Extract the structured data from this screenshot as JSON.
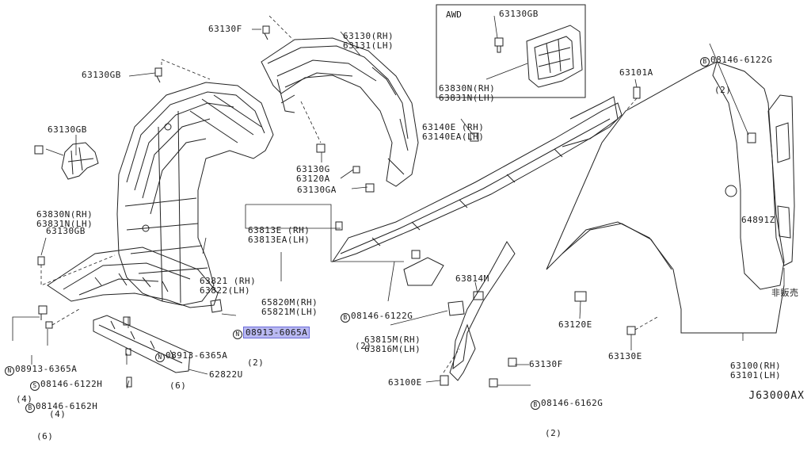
{
  "diagram_code": "J63000AX",
  "awd_box": {
    "title": "AWD"
  },
  "labels": {
    "p63130F_top": "63130F",
    "p63130_rh": "63130(RH)",
    "p63131_lh": "63131(LH)",
    "p63130GB_awd": "63130GB",
    "p63830N_awd": "63830N(RH)",
    "p63831N_awd": "63831N(LH)",
    "p63130GB_left": "63130GB",
    "p63130GB_mid": "63130GB",
    "p63830N_left": "63830N(RH)",
    "p63831N_left": "63831N(LH)",
    "p63130GB_low": "63130GB",
    "p08146_6122G_top_prefix": "B",
    "p08146_6122G_top": "08146-6122G",
    "p08146_6122G_top_qty": "(2)",
    "p63101A": "63101A",
    "p63140E": "63140E (RH)",
    "p63140EA": "63140EA(LH)",
    "p63130G": "63130G",
    "p63120A": "63120A",
    "p63130GA": "63130GA",
    "p63813E": "63813E (RH)",
    "p63813EA": "63813EA(LH)",
    "p64891Z": "64891Z",
    "p63821": "63821 (RH)",
    "p63822": "63822(LH)",
    "p65820M": "65820M(RH)",
    "p65821M": "65821M(LH)",
    "p08146_6122G_mid_prefix": "B",
    "p08146_6122G_mid": "08146-6122G",
    "p08146_6122G_mid_qty": "(2)",
    "p63814M": "63814M",
    "p08913_6065A_prefix": "N",
    "p08913_6065A": "08913-6065A",
    "p08913_6065A_qty": "(2)",
    "p63815M": "63815M(RH)",
    "p63816M": "63816M(LH)",
    "p63120E": "63120E",
    "p63130E": "63130E",
    "hanbai": "非販売",
    "p63100": "63100(RH)",
    "p63101": "63101(LH)",
    "p08913_6365A_left_prefix": "N",
    "p08913_6365A_left": "08913-6365A",
    "p08913_6365A_left_qty": "(4)",
    "p08913_6365A_right_prefix": "N",
    "p08913_6365A_right": "08913-6365A",
    "p08913_6365A_right_qty": "(6)",
    "p08146_6122H_prefix": "S",
    "p08146_6122H": "08146-6122H",
    "p08146_6122H_qty": "(4)",
    "p08146_6162H_prefix": "B",
    "p08146_6162H": "08146-6162H",
    "p08146_6162H_qty": "(6)",
    "p62822U": "62822U",
    "p63130F_low": "63130F",
    "p63100E": "63100E",
    "p08146_6162G_prefix": "B",
    "p08146_6162G": "08146-6162G",
    "p08146_6162G_qty": "(2)"
  }
}
